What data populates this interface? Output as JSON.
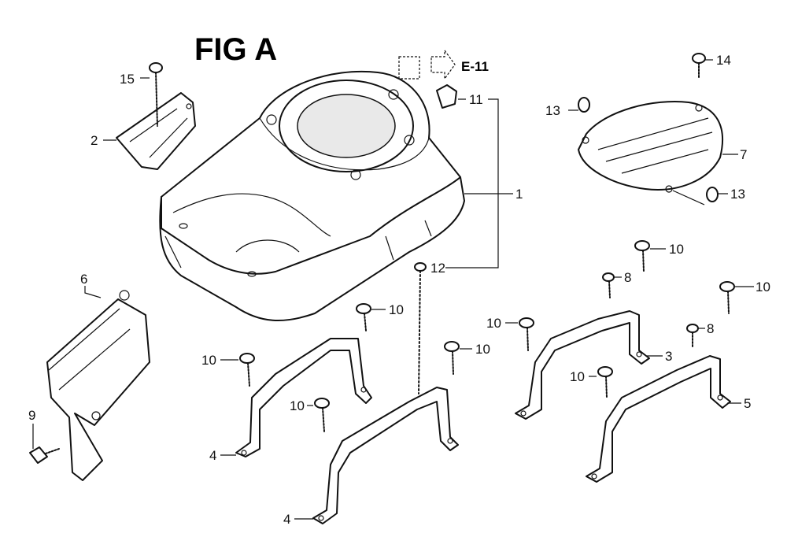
{
  "figure": {
    "title": "FIG A",
    "reference": "E-11"
  },
  "callouts": {
    "c15": "15",
    "c2": "2",
    "c6": "6",
    "c9": "9",
    "c11": "11",
    "c1": "1",
    "c12": "12",
    "c13a": "13",
    "c14": "14",
    "c7": "7",
    "c13b": "13",
    "c10a": "10",
    "c10b": "10",
    "c10c": "10",
    "c10d": "10",
    "c10e": "10",
    "c10f": "10",
    "c10g": "10",
    "c10h": "10",
    "c8a": "8",
    "c8b": "8",
    "c3": "3",
    "c5": "5",
    "c4a": "4",
    "c4b": "4"
  }
}
